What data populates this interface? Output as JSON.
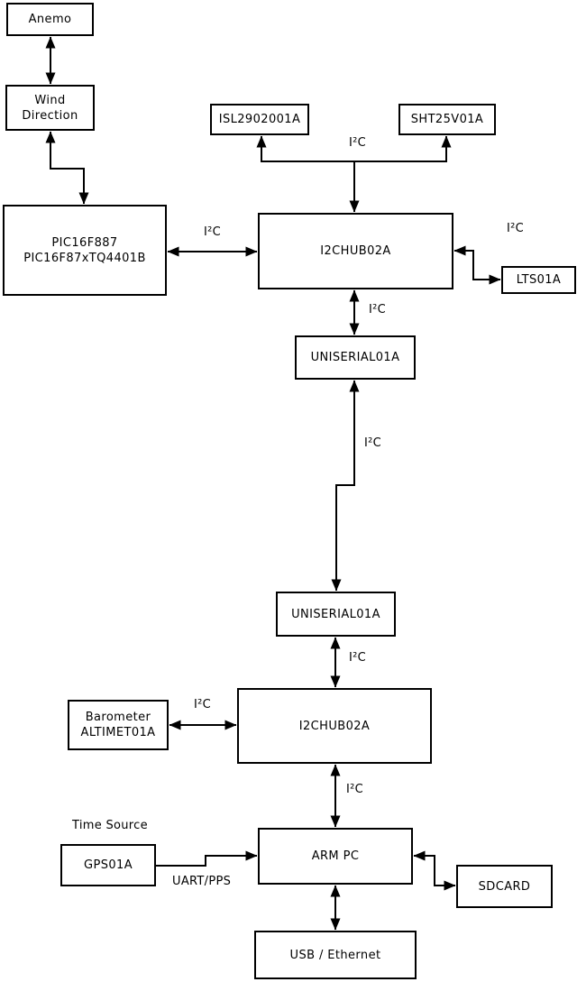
{
  "diagram": {
    "nodes": {
      "anemo": "Anemo",
      "wind_direction": "Wind\nDirection",
      "pic": "PIC16F887\nPIC16F87xTQ4401B",
      "isl": "ISL2902001A",
      "sht": "SHT25V01A",
      "i2chub_top": "I2CHUB02A",
      "lts": "LTS01A",
      "uniserial_top": "UNISERIAL01A",
      "uniserial_bottom": "UNISERIAL01A",
      "i2chub_bottom": "I2CHUB02A",
      "barometer": "Barometer\nALTIMET01A",
      "gps": "GPS01A",
      "arm_pc": "ARM PC",
      "sdcard": "SDCARD",
      "usb_ethernet": "USB / Ethernet"
    },
    "edge_labels": {
      "i2c": "I²C",
      "uart_pps": "UART/PPS",
      "time_source": "Time Source"
    },
    "colors": {
      "line": "#000000",
      "box_fill": "#ffffff",
      "background": "#ffffff"
    }
  }
}
